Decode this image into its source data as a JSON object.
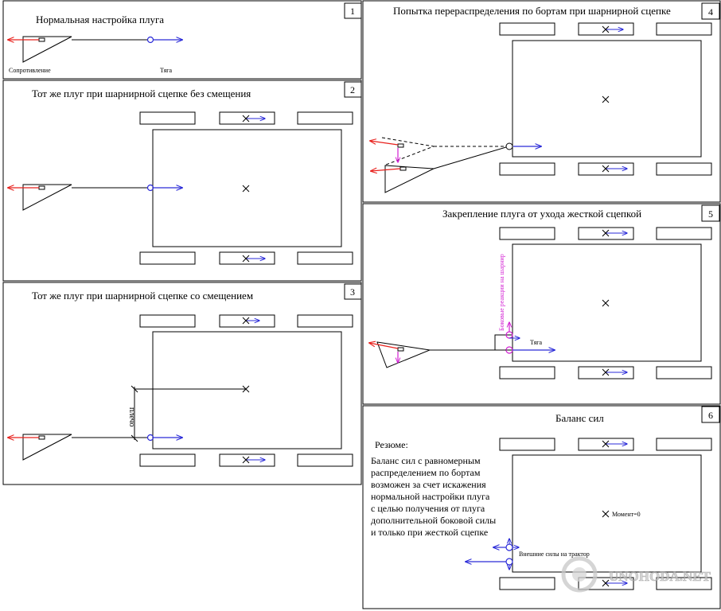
{
  "panels": [
    {
      "number": "1",
      "title": "Нормальная настройка плуга",
      "labels": {
        "resistance": "Сопротивление",
        "pull": "Тяга"
      }
    },
    {
      "number": "2",
      "title": "Тот же плуг при шарнирной сцепке без смещения"
    },
    {
      "number": "3",
      "title": "Тот же плуг при шарнирной сцепке со смещением",
      "labels": {
        "arm": "плечо"
      }
    },
    {
      "number": "4",
      "title": "Попытка перераспределения по бортам при шарнирной сцепке"
    },
    {
      "number": "5",
      "title": "Закрепление плуга от ухода жесткой сцепкой",
      "labels": {
        "pull": "Тяга",
        "side_reaction": "Боковые реакции на шарнир"
      }
    },
    {
      "number": "6",
      "title": "Баланс сил",
      "labels": {
        "moment": "Момент=0",
        "external_forces": "Внешние силы на трактор"
      }
    }
  ],
  "summary": {
    "heading": "Резюме:",
    "lines": [
      "Баланс сил с равномерным",
      "распределением по бортам",
      "возможен за счет искажения",
      "нормальной настройки плуга",
      "с целью получения от плуга",
      "дополнительной боковой силы",
      "и только при жесткой сцепке"
    ]
  },
  "watermark": "UNOHODA.NET",
  "colors": {
    "force_red": "#e8201c",
    "force_blue": "#2a2ad8",
    "reaction_magenta": "#d21fd2",
    "line": "#000000"
  }
}
